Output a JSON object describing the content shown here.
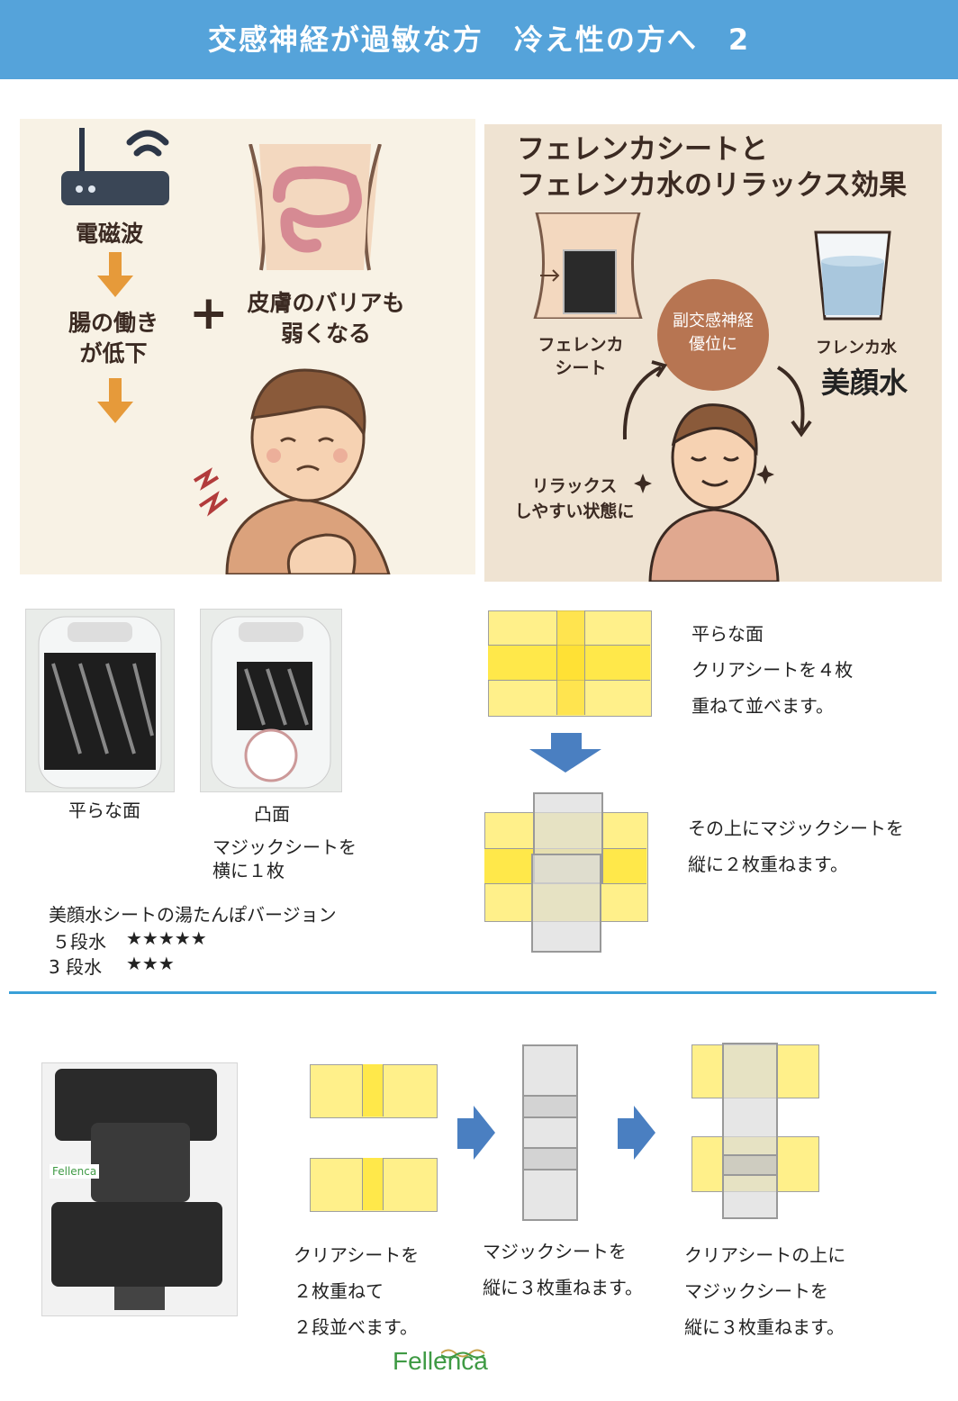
{
  "header": {
    "title": "交感神経が過敏な方　冷え性の方へ　2"
  },
  "left_panel": {
    "router_label": "電磁波",
    "step1": "腸の働き\nが低下",
    "plus": "+",
    "skin_label": "皮膚のバリアも\n弱くなる"
  },
  "right_panel": {
    "title": "フェレンカシートと\nフェレンカ水のリラックス効果",
    "sheet_label": "フェレンカ\nシート",
    "circle_label": "副交感神経\n優位に",
    "water_small": "フレンカ水",
    "water_big": "美顔水",
    "relax_label": "リラックス\nしやすい状態に"
  },
  "mid_section": {
    "photo1_caption": "平らな面",
    "photo2_caption": "凸面",
    "photo2_note": "マジックシートを\n横に１枚",
    "version_title": "美顔水シートの湯たんぽバージョン",
    "row1_label": "５段水",
    "row1_stars": "★★★★★",
    "row2_label": "3 段水",
    "row2_stars": "★★★",
    "diagram1_text": "平らな面\nクリアシートを４枚\n重ねて並べます。",
    "diagram2_text": "その上にマジックシートを\n縦に２枚重ねます。"
  },
  "bottom_section": {
    "step1_text": "クリアシートを\n２枚重ねて\n２段並べます。",
    "step2_text": "マジックシートを\n縦に３枚重ねます。",
    "step3_text": "クリアシートの上に\nマジックシートを\n縦に３枚重ねます。",
    "photo_logo": "Fellenca",
    "brand_logo": "Fellenca"
  },
  "colors": {
    "header_bg": "#55a3da",
    "divider": "#3aa0d8",
    "arrow_orange": "#e69a3a",
    "arrow_blue": "#4a7fc1",
    "sheet_yellow": "#fff08a",
    "logo_green": "#3f9a44"
  }
}
